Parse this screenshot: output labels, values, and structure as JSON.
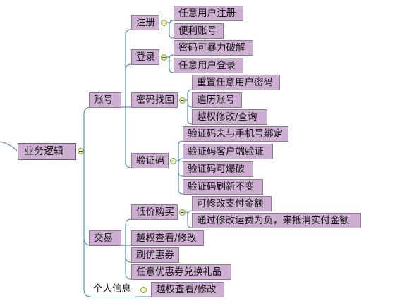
{
  "root": {
    "label": "业务逻辑"
  },
  "branches": [
    {
      "label": "账号",
      "children": [
        {
          "label": "注册",
          "children": [
            "任意用户注册",
            "便利账号"
          ]
        },
        {
          "label": "登录",
          "children": [
            "密码可暴力破解",
            "任意用户登录"
          ]
        },
        {
          "label": "密码找回",
          "children": [
            "重置任意用户密码",
            "遍历账号",
            "越权修改/查询"
          ]
        },
        {
          "label": "验证码",
          "children": [
            "验证码未与手机号绑定",
            "验证码客户端验证",
            "验证码可爆破",
            "验证码刷新不变"
          ]
        }
      ]
    },
    {
      "label": "交易",
      "children": [
        {
          "label": "低价购买",
          "children": [
            "可修改支付金额",
            "通过修改运费为负，来抵消实付金额"
          ]
        },
        {
          "label": "越权查看/修改",
          "children": []
        },
        {
          "label": "刷优惠券",
          "children": []
        },
        {
          "label": "任意优惠券兑换礼品",
          "children": []
        }
      ]
    },
    {
      "label": "个人信息",
      "children": [
        {
          "label": "越权查看/修改",
          "children": []
        }
      ]
    }
  ]
}
